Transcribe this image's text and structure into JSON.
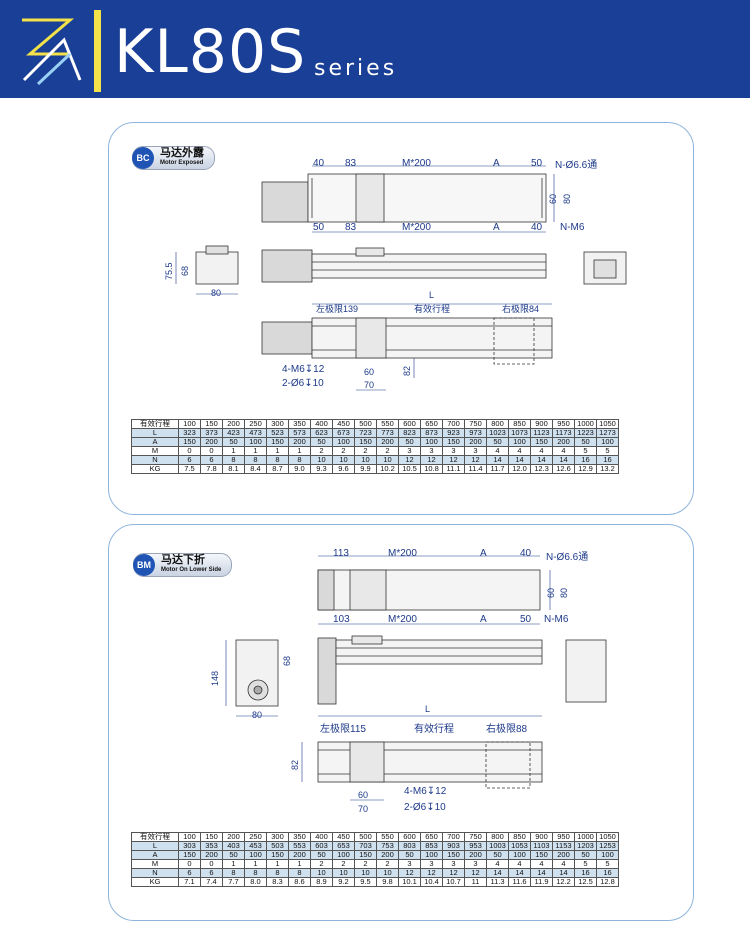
{
  "header": {
    "title": "KL80S",
    "subtitle": "series",
    "colors": {
      "background": "#1a3f96",
      "accent": "#f3e24a"
    }
  },
  "sections": [
    {
      "badge_code": "BC",
      "badge_cn": "马达外露",
      "badge_en": "Motor Exposed",
      "dims": {
        "top_40": "40",
        "top_83": "83",
        "top_m200": "M*200",
        "top_a": "A",
        "top_50": "50",
        "hole_note": "N-Ø6.6通",
        "h_60": "60",
        "h_80": "80",
        "bot_50": "50",
        "bot_83": "83",
        "bot_m200": "M*200",
        "bot_a": "A",
        "bot_40": "40",
        "thread_note": "N-M6",
        "side_75": "75.5",
        "side_68": "68",
        "side_80": "80",
        "l": "L",
        "left_limit": "左极限139",
        "stroke": "有效行程",
        "right_limit": "右极限84",
        "m6": "4-M6↧12",
        "pin": "2-Ø6↧10",
        "c70": "70",
        "c60": "60",
        "c82": "82"
      },
      "table": {
        "rows": [
          {
            "label": "有效行程",
            "values": [
              "100",
              "150",
              "200",
              "250",
              "300",
              "350",
              "400",
              "450",
              "500",
              "550",
              "600",
              "650",
              "700",
              "750",
              "800",
              "850",
              "900",
              "950",
              "1000",
              "1050"
            ]
          },
          {
            "label": "L",
            "values": [
              "323",
              "373",
              "423",
              "473",
              "523",
              "573",
              "623",
              "673",
              "723",
              "773",
              "823",
              "873",
              "923",
              "973",
              "1023",
              "1073",
              "1123",
              "1173",
              "1223",
              "1273"
            ]
          },
          {
            "label": "A",
            "values": [
              "150",
              "200",
              "50",
              "100",
              "150",
              "200",
              "50",
              "100",
              "150",
              "200",
              "50",
              "100",
              "150",
              "200",
              "50",
              "100",
              "150",
              "200",
              "50",
              "100"
            ]
          },
          {
            "label": "M",
            "values": [
              "0",
              "0",
              "1",
              "1",
              "1",
              "1",
              "2",
              "2",
              "2",
              "2",
              "3",
              "3",
              "3",
              "3",
              "4",
              "4",
              "4",
              "4",
              "5",
              "5"
            ]
          },
          {
            "label": "N",
            "values": [
              "6",
              "6",
              "8",
              "8",
              "8",
              "8",
              "10",
              "10",
              "10",
              "10",
              "12",
              "12",
              "12",
              "12",
              "14",
              "14",
              "14",
              "14",
              "16",
              "16"
            ]
          },
          {
            "label": "KG",
            "values": [
              "7.5",
              "7.8",
              "8.1",
              "8.4",
              "8.7",
              "9.0",
              "9.3",
              "9.6",
              "9.9",
              "10.2",
              "10.5",
              "10.8",
              "11.1",
              "11.4",
              "11.7",
              "12.0",
              "12.3",
              "12.6",
              "12.9",
              "13.2"
            ]
          }
        ]
      }
    },
    {
      "badge_code": "BM",
      "badge_cn": "马达下折",
      "badge_en": "Motor On Lower Side",
      "dims": {
        "top_113": "113",
        "top_m200": "M*200",
        "top_a": "A",
        "top_40": "40",
        "hole_note": "N-Ø6.6通",
        "h_60": "60",
        "h_80": "80",
        "bot_103": "103",
        "bot_m200": "M*200",
        "bot_a": "A",
        "bot_50": "50",
        "thread_note": "N-M6",
        "side_148": "148",
        "side_68": "68",
        "side_80": "80",
        "l": "L",
        "left_limit": "左极限115",
        "stroke": "有效行程",
        "right_limit": "右极限88",
        "c82": "82",
        "m6": "4-M6↧12",
        "c60": "60",
        "pin": "2-Ø6↧10",
        "c70": "70"
      },
      "table": {
        "rows": [
          {
            "label": "有效行程",
            "values": [
              "100",
              "150",
              "200",
              "250",
              "300",
              "350",
              "400",
              "450",
              "500",
              "550",
              "600",
              "650",
              "700",
              "750",
              "800",
              "850",
              "900",
              "950",
              "1000",
              "1050"
            ]
          },
          {
            "label": "L",
            "values": [
              "303",
              "353",
              "403",
              "453",
              "503",
              "553",
              "603",
              "653",
              "703",
              "753",
              "803",
              "853",
              "903",
              "953",
              "1003",
              "1053",
              "1103",
              "1153",
              "1203",
              "1253"
            ]
          },
          {
            "label": "A",
            "values": [
              "150",
              "200",
              "50",
              "100",
              "150",
              "200",
              "50",
              "100",
              "150",
              "200",
              "50",
              "100",
              "150",
              "200",
              "50",
              "100",
              "150",
              "200",
              "50",
              "100"
            ]
          },
          {
            "label": "M",
            "values": [
              "0",
              "0",
              "1",
              "1",
              "1",
              "1",
              "2",
              "2",
              "2",
              "2",
              "3",
              "3",
              "3",
              "3",
              "4",
              "4",
              "4",
              "4",
              "5",
              "5"
            ]
          },
          {
            "label": "N",
            "values": [
              "6",
              "6",
              "8",
              "8",
              "8",
              "8",
              "10",
              "10",
              "10",
              "10",
              "12",
              "12",
              "12",
              "12",
              "14",
              "14",
              "14",
              "14",
              "16",
              "16"
            ]
          },
          {
            "label": "KG",
            "values": [
              "7.1",
              "7.4",
              "7.7",
              "8.0",
              "8.3",
              "8.6",
              "8.9",
              "9.2",
              "9.5",
              "9.8",
              "10.1",
              "10.4",
              "10.7",
              "11",
              "11.3",
              "11.6",
              "11.9",
              "12.2",
              "12.5",
              "12.8"
            ]
          }
        ]
      }
    }
  ]
}
